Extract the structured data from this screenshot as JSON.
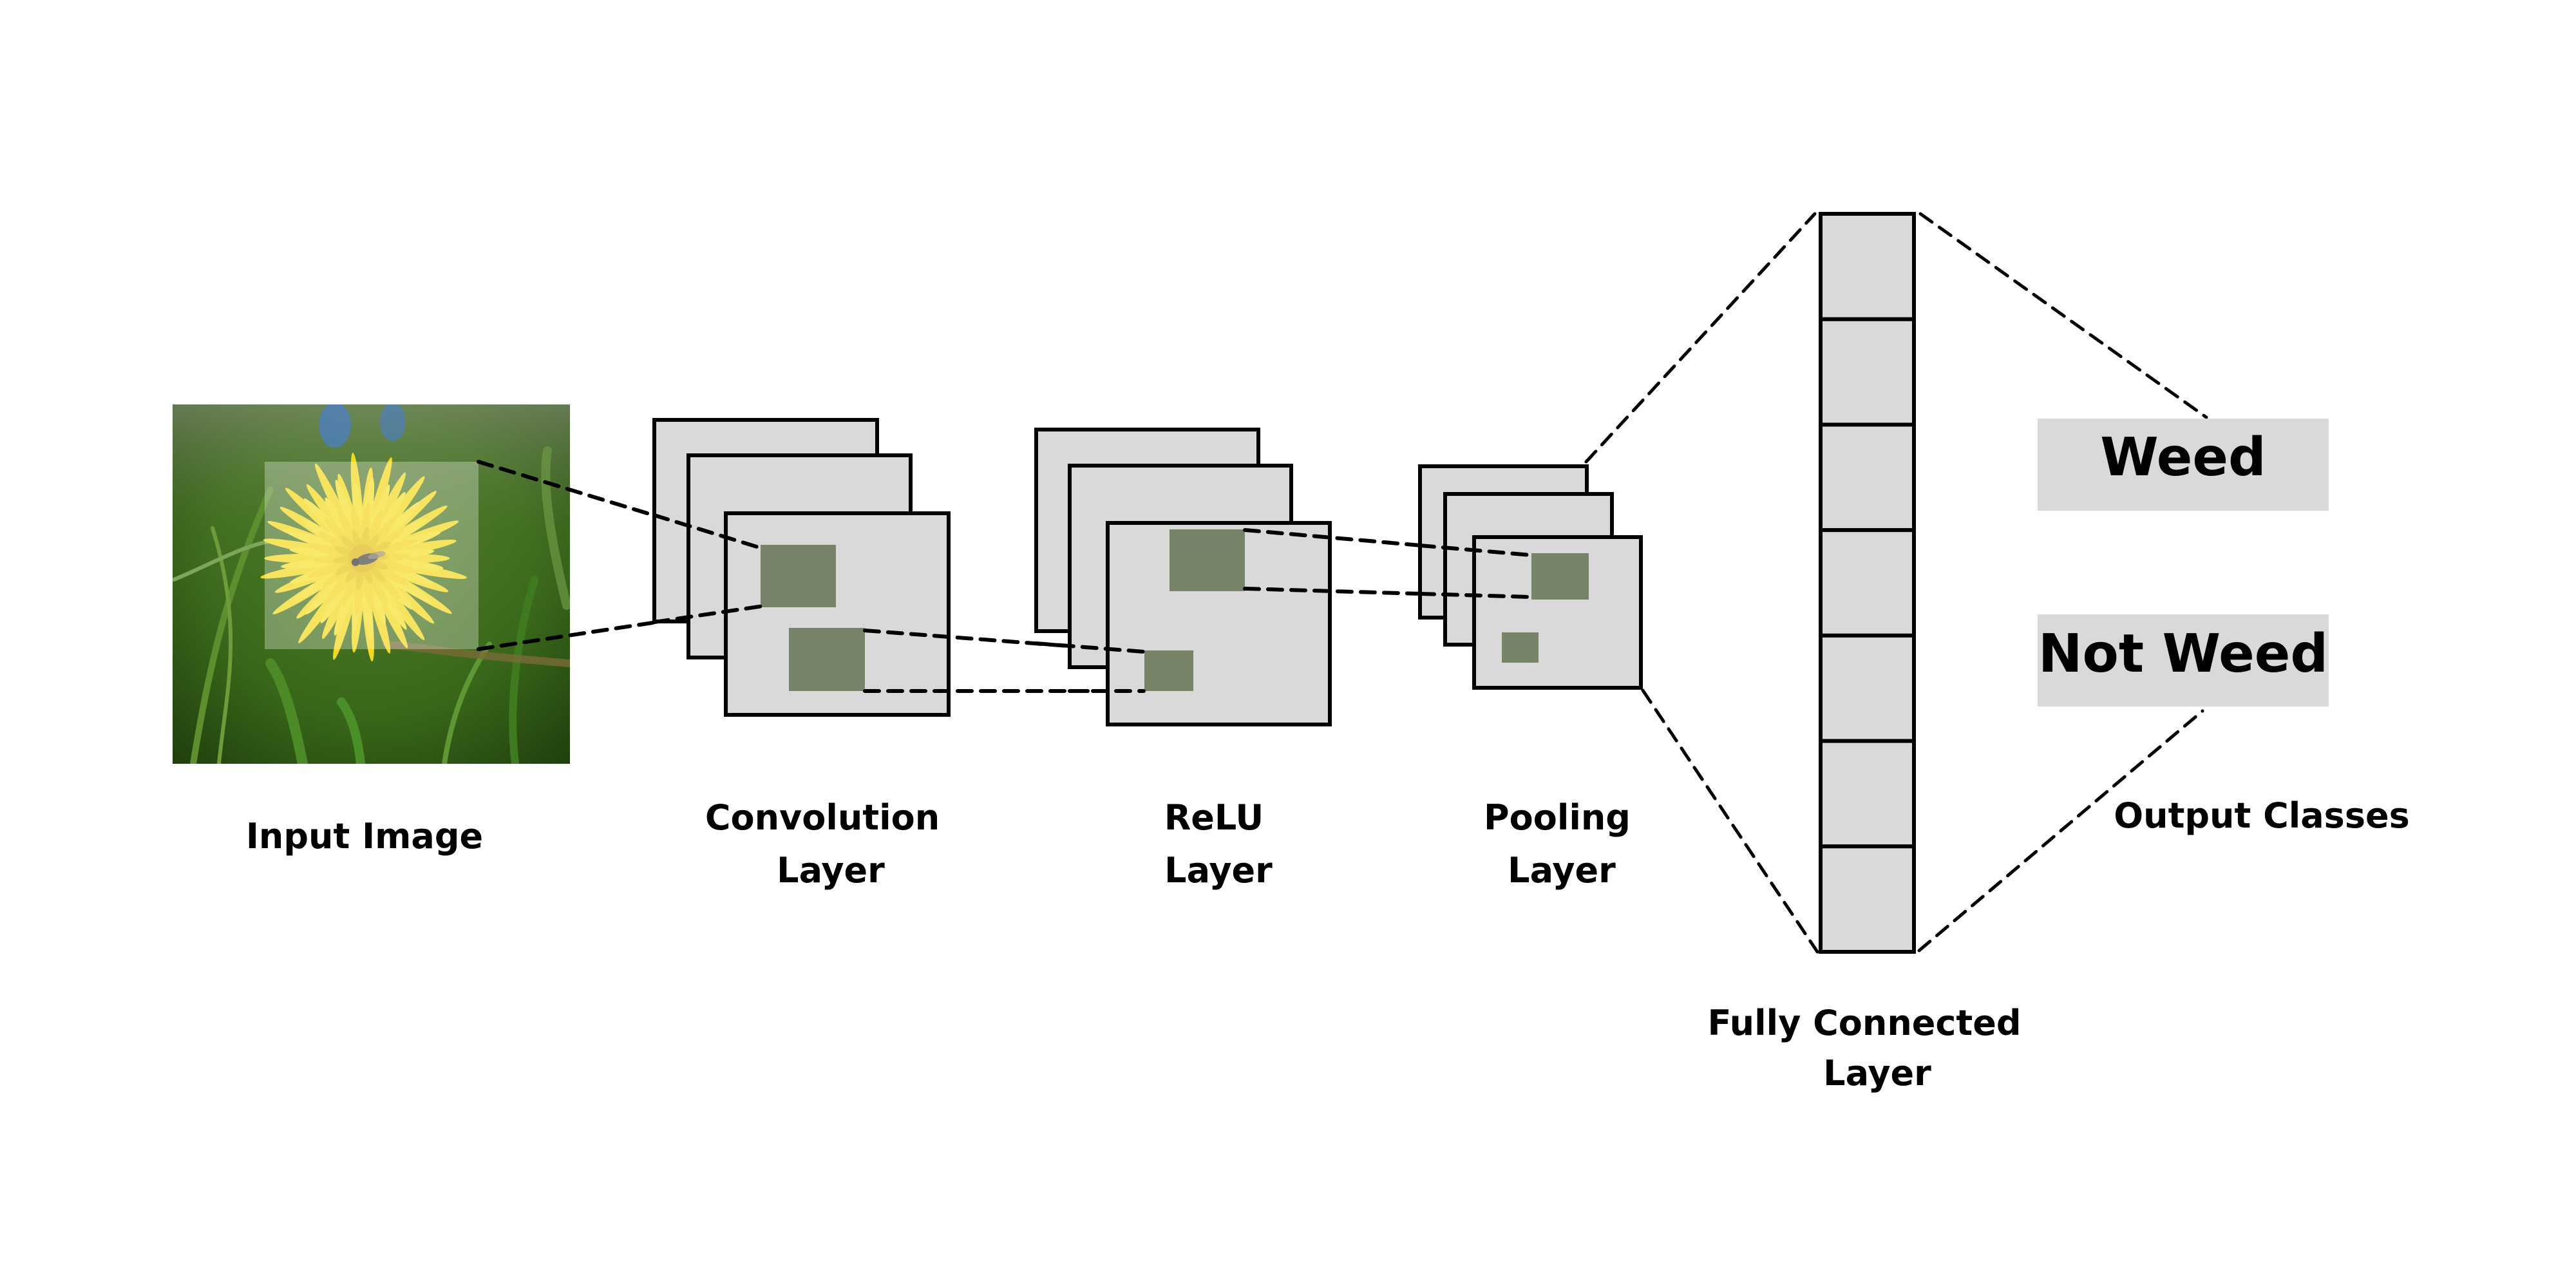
{
  "diagram": {
    "title": "CNN weed classification pipeline",
    "colors": {
      "feature_map_fill": "#d9d9d9",
      "receptive_patch": "#778469",
      "stroke": "#000000",
      "class_box_fill": "#d9d9d9"
    },
    "stages": [
      {
        "id": "input",
        "label_lines": [
          "Input Image"
        ]
      },
      {
        "id": "conv",
        "label_lines": [
          "Convolution",
          "Layer"
        ]
      },
      {
        "id": "relu",
        "label_lines": [
          "ReLU",
          "Layer"
        ]
      },
      {
        "id": "pool",
        "label_lines": [
          "Pooling",
          "Layer"
        ]
      },
      {
        "id": "fc",
        "label_lines": [
          "Fully Connected",
          "Layer"
        ],
        "neuron_count": 7
      },
      {
        "id": "output",
        "label_lines": [
          "Output Classes"
        ]
      }
    ],
    "input_image": {
      "description": "Photo of a yellow dandelion flower with a fly, surrounded by green grass"
    },
    "output_classes": [
      "Weed",
      "Not Weed"
    ]
  }
}
